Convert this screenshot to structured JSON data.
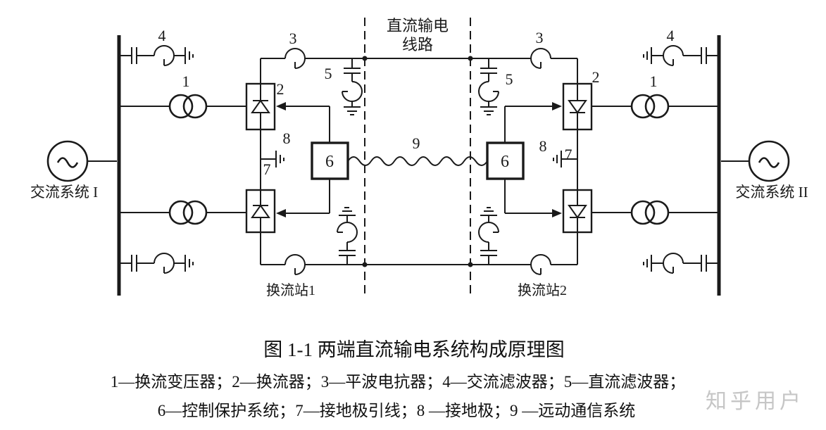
{
  "figure": {
    "ac_system_1": "交流系统 I",
    "ac_system_2": "交流系统 II",
    "dc_line_label_line1": "直流输电",
    "dc_line_label_line2": "线路",
    "station_1": "换流站1",
    "station_2": "换流站2",
    "numbers": {
      "n1": "1",
      "n2": "2",
      "n3": "3",
      "n4": "4",
      "n5": "5",
      "n6": "6",
      "n7": "7",
      "n8": "8",
      "n9": "9"
    }
  },
  "caption": {
    "title": "图 1-1  两端直流输电系统构成原理图",
    "legend_line1": "1—换流变压器；2—换流器；3—平波电抗器；4—交流滤波器；5—直流滤波器；",
    "legend_line2": "6—控制保护系统；7—接地极引线；8 —接地极；9 —远动通信系统"
  },
  "watermark": "知乎用户",
  "colors": {
    "ink": "#1a1a1a",
    "watermark": "#c6c6c6",
    "background": "#ffffff"
  }
}
